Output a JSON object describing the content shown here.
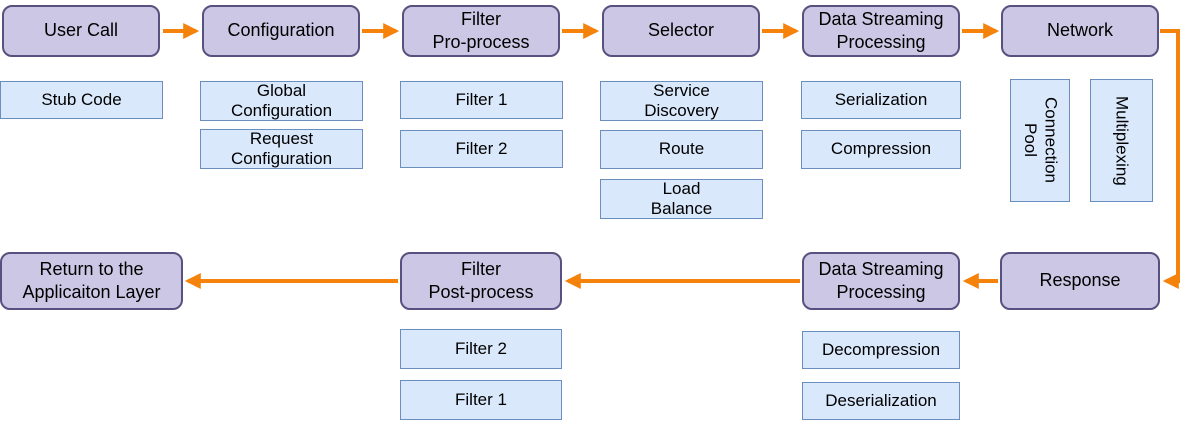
{
  "colors": {
    "background": "#ffffff",
    "text": "#000000",
    "stage_fill": "#ccc7e4",
    "stage_border": "#56517e",
    "sub_fill": "#dae8fc",
    "sub_border": "#6c8ebf",
    "arrow": "#f5820b"
  },
  "flow": {
    "request_path": {
      "user_call": {
        "label": "User Call",
        "sub": {
          "stub_code": "Stub Code"
        }
      },
      "configuration": {
        "label": "Configuration",
        "sub": {
          "global": "Global\nConfiguration",
          "request": "Request\nConfiguration"
        }
      },
      "filter_pre": {
        "label": "Filter\nPro-process",
        "sub": {
          "filter1": "Filter 1",
          "filter2": "Filter 2"
        }
      },
      "selector": {
        "label": "Selector",
        "sub": {
          "service_discovery": "Service\nDiscovery",
          "route": "Route",
          "load_balance": "Load\nBalance"
        }
      },
      "data_streaming": {
        "label": "Data Streaming\nProcessing",
        "sub": {
          "serialization": "Serialization",
          "compression": "Compression"
        }
      },
      "network": {
        "label": "Network",
        "sub": {
          "connection_pool": "Connection\nPool",
          "multiplexing": "Multiplexing"
        }
      }
    },
    "response_path": {
      "response": {
        "label": "Response"
      },
      "data_streaming": {
        "label": "Data Streaming\nProcessing",
        "sub": {
          "decompression": "Decompression",
          "deserialization": "Deserialization"
        }
      },
      "filter_post": {
        "label": "Filter\nPost-process",
        "sub": {
          "filter2": "Filter 2",
          "filter1": "Filter 1"
        }
      },
      "return_layer": {
        "label": "Return to the\nApplicaiton Layer"
      }
    }
  }
}
